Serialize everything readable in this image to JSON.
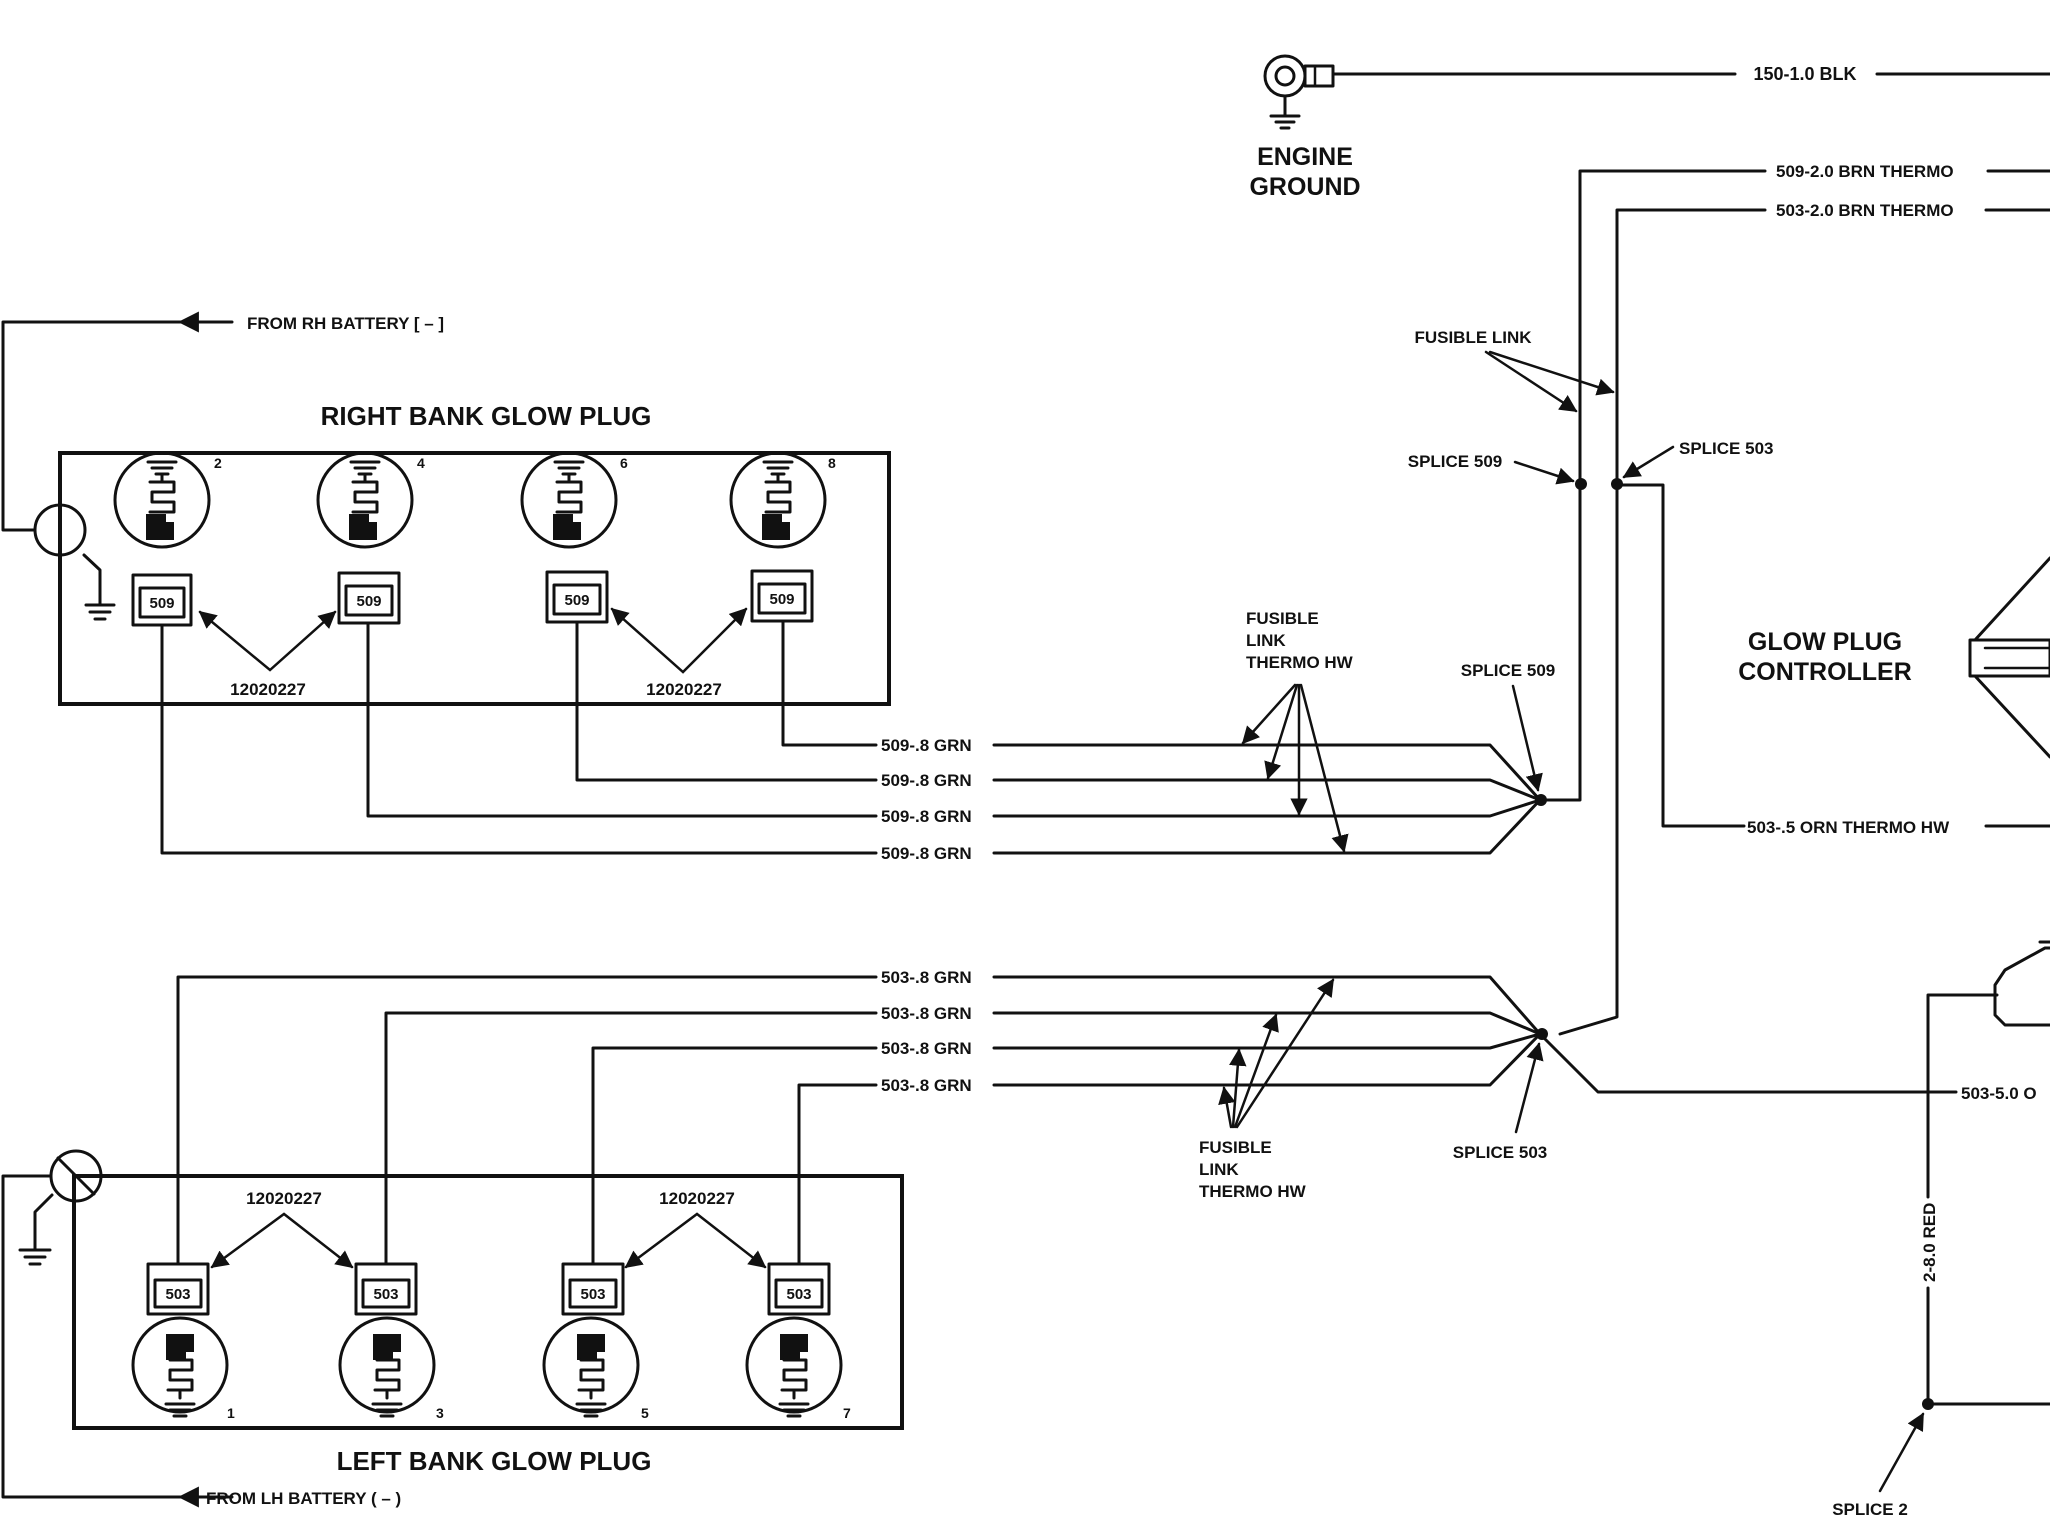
{
  "engine_ground": {
    "label_line1": "ENGINE",
    "label_line2": "GROUND",
    "wire": "150-1.0 BLK"
  },
  "top_wires": {
    "w509": "509-2.0 BRN THERMO",
    "w503": "503-2.0 BRN THERMO"
  },
  "labels": {
    "fusible_link": "FUSIBLE LINK",
    "splice_509_top": "SPLICE 509",
    "splice_503_top": "SPLICE 503",
    "splice_509_mid": "SPLICE 509",
    "splice_503_low": "SPLICE 503",
    "splice_2": "SPLICE 2",
    "fusible_thermo_upper": [
      "FUSIBLE",
      "LINK",
      "THERMO HW"
    ],
    "fusible_thermo_lower": [
      "FUSIBLE",
      "LINK",
      "THERMO HW"
    ]
  },
  "controller": {
    "line1": "GLOW PLUG",
    "line2": "CONTROLLER",
    "wire_thermo": "503-.5 ORN THERMO HW",
    "wire_out": "503-5.0 O",
    "wire_red": "2-8.0 RED"
  },
  "right_bank": {
    "title": "RIGHT BANK GLOW PLUG",
    "from_battery": "FROM RH BATTERY [ – ]",
    "connector": "509",
    "part_number": "12020227",
    "plugs": [
      "2",
      "4",
      "6",
      "8"
    ],
    "wires": [
      "509-.8 GRN",
      "509-.8 GRN",
      "509-.8 GRN",
      "509-.8 GRN"
    ]
  },
  "left_bank": {
    "title": "LEFT BANK GLOW PLUG",
    "from_battery": "FROM LH BATTERY ( – )",
    "connector": "503",
    "part_number": "12020227",
    "plugs": [
      "1",
      "3",
      "5",
      "7"
    ],
    "wires": [
      "503-.8 GRN",
      "503-.8 GRN",
      "503-.8 GRN",
      "503-.8 GRN"
    ]
  }
}
